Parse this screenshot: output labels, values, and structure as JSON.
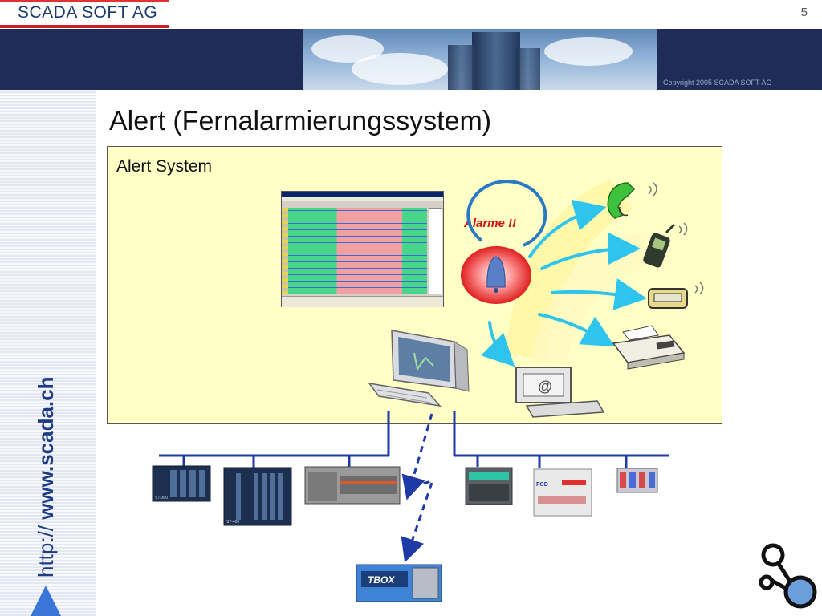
{
  "header": {
    "logo_text": "SCADA SOFT AG",
    "page_number": "5",
    "copyright": "Copyright  2005  SCADA SOFT AG"
  },
  "sidebar": {
    "url_prefix": "http://",
    "url_domain": "www.scada.ch"
  },
  "slide": {
    "title": "Alert (Fernalarmierungssystem)",
    "panel_label": "Alert System",
    "alarm_label": "Alarme !!"
  },
  "devices": {
    "left_plc_1_label": "S7-300",
    "left_plc_2_label": "S7-400",
    "tbox_label": "TBOX",
    "pcd_label": "PCD"
  },
  "colors": {
    "banner": "#1e2c57",
    "bus_line": "#1f3aa6",
    "alarm_text": "#d01010",
    "panel_background": "#ffffc6",
    "url_text": "#1e3b86",
    "arrow": "#2ec4ee"
  },
  "icons": [
    "phone-icon",
    "mobile-phone-icon",
    "pager-icon",
    "fax-icon",
    "email-computer-icon",
    "alarm-bell-icon",
    "workstation-icon",
    "network-logo-icon"
  ]
}
